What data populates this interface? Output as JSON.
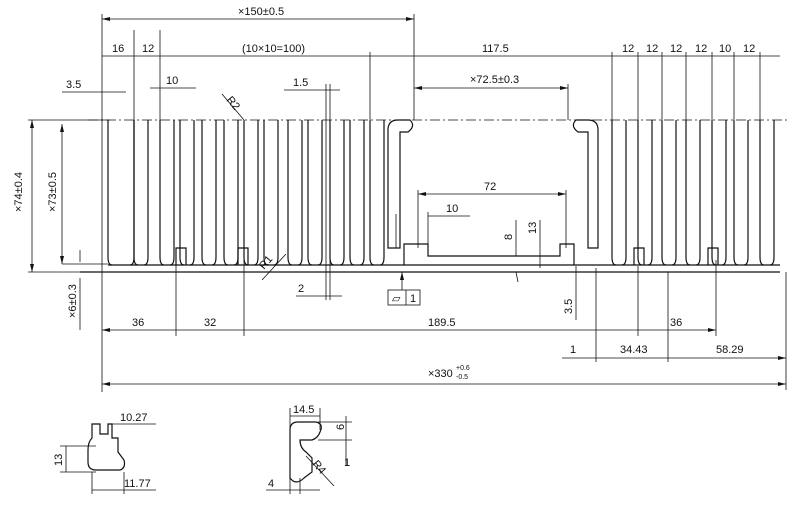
{
  "title": "",
  "dimensions": {
    "overall_width": "×330",
    "overall_tol_upper": "+0.6",
    "overall_tol_lower": "-0.5",
    "width_150": "×150±0.5",
    "pitch_group": "(10×10=100)",
    "pitch_16": "16",
    "pitch_12_left": "12",
    "span_117_5": "117.5",
    "right_pitches": [
      "12",
      "12",
      "12",
      "12",
      "10",
      "12"
    ],
    "edge_3_5": "3.5",
    "gap_10": "10",
    "fin_1_5": "1.5",
    "radius_r2": "R2",
    "slot_72_5": "×72.5±0.3",
    "height_74": "×74±0.4",
    "height_73": "×73±0.5",
    "base_6": "×6±0.3",
    "slot_72": "72",
    "slot_10": "10",
    "slot_8": "8",
    "slot_13": "13",
    "radius_r1": "R1",
    "fin_gap_2": "2",
    "base_3_5": "3.5",
    "flatness_symbol": "▱",
    "flatness_value": "1",
    "bottom_36_left": "36",
    "bottom_32": "32",
    "bottom_189_5": "189.5",
    "bottom_36_right": "36",
    "small_1": "1",
    "dim_34_43": "34.43",
    "dim_58_29": "58.29"
  },
  "detail_a": {
    "top_width": "10.27",
    "height": "13",
    "bottom_width": "11.77"
  },
  "detail_b": {
    "top_width": "14.5",
    "height": "6",
    "gap": "1",
    "radius": "R4",
    "thickness": "4"
  },
  "colors": {
    "line": "#111111",
    "background": "#ffffff"
  }
}
